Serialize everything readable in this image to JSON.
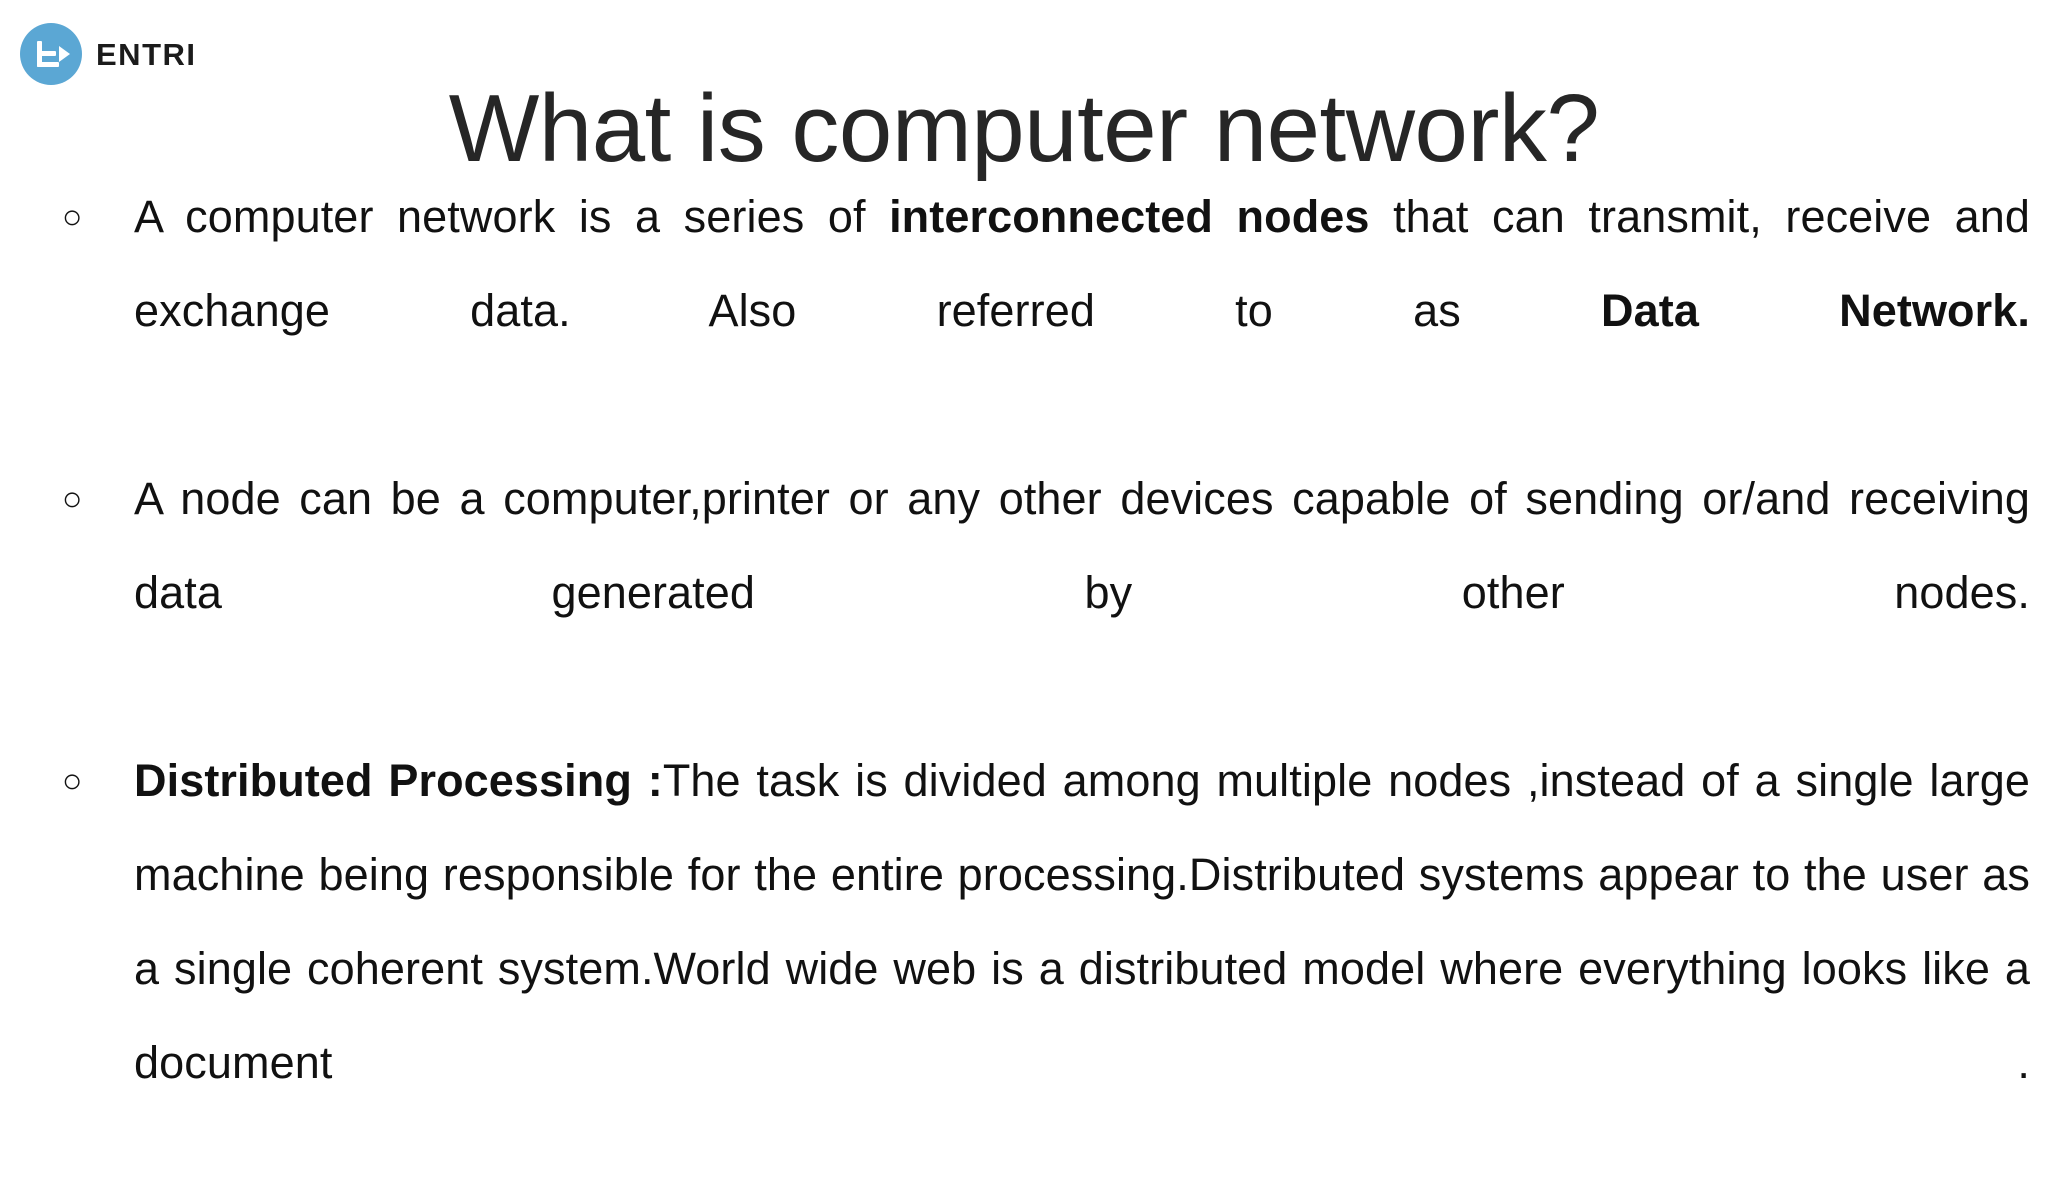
{
  "slide": {
    "background_color": "#ffffff",
    "text_color": "#111111",
    "title": "What is computer network?",
    "logo": {
      "wordmark": "ENTRI",
      "mark_letter": "E",
      "mark_color": "#5ba7d4",
      "mark_glyph_color": "#ffffff",
      "wordmark_color": "#1b1b1b"
    },
    "bullets": [
      {
        "marker": "○",
        "runs": [
          {
            "text": "A computer network is a series of ",
            "bold": false
          },
          {
            "text": "interconnected nodes",
            "bold": true
          },
          {
            "text": " that can transmit, receive and exchange data. Also referred to as ",
            "bold": false
          },
          {
            "text": "Data Network.",
            "bold": true
          }
        ]
      },
      {
        "marker": "○",
        "runs": [
          {
            "text": "A node can be a computer,printer or any other devices capable of sending or/and receiving data generated by other nodes.",
            "bold": false
          }
        ]
      },
      {
        "marker": "○",
        "runs": [
          {
            "text": "Distributed Processing :",
            "bold": true
          },
          {
            "text": "The task is divided among multiple nodes ,instead of a single large machine being responsible for the entire processing.Distributed systems appear to the user as a single coherent system.World wide web is a distributed model where everything looks like a document .",
            "bold": false
          }
        ]
      }
    ]
  }
}
